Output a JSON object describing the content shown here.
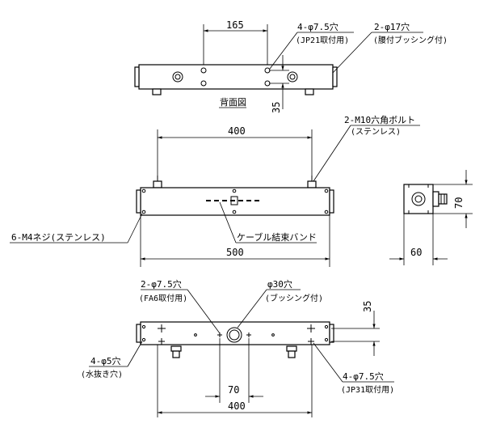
{
  "back_view": {
    "title": "背面図",
    "dim_165": "165",
    "dim_35": "35",
    "note_holes_jp21_line1": "4-φ7.5穴",
    "note_holes_jp21_line2": "(JP21取付用)",
    "note_grommet_line1": "2-φ17穴",
    "note_grommet_line2": "(腰付ブッシング付)"
  },
  "front_view": {
    "dim_400": "400",
    "dim_500": "500",
    "note_bolt_line1": "2-M10六角ボルト",
    "note_bolt_line2": "(ステンレス)",
    "note_screw": "6-M4ネジ(ステンレス)",
    "note_band": "ケーブル結束バンド"
  },
  "side_view": {
    "dim_70": "70",
    "dim_60": "60"
  },
  "bottom_view": {
    "dim_35": "35",
    "dim_70": "70",
    "dim_400": "400",
    "note_fa6_line1": "2-φ7.5穴",
    "note_fa6_line2": "(FA6取付用)",
    "note_bush_line1": "φ30穴",
    "note_bush_line2": "(ブッシング付)",
    "note_drain_line1": "4-φ5穴",
    "note_drain_line2": "(水抜き穴)",
    "note_jp31_line1": "4-φ7.5穴",
    "note_jp31_line2": "(JP31取付用)"
  }
}
